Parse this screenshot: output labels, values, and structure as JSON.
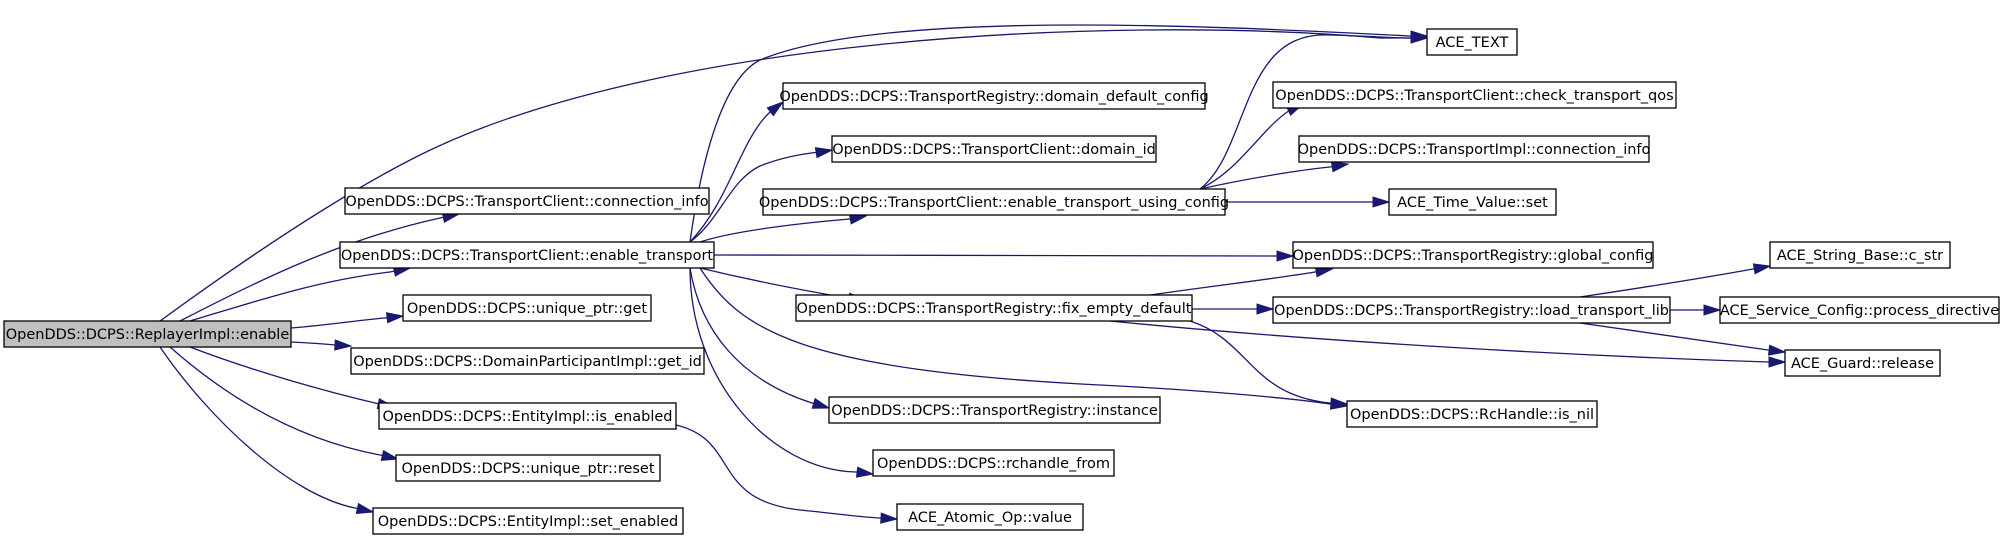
{
  "diagram": {
    "colors": {
      "edge": "#191970",
      "root_fill": "#bfbfbf",
      "node_fill": "#ffffff",
      "node_stroke": "#000000"
    },
    "nodes": [
      {
        "id": "root",
        "label": "OpenDDS::DCPS::ReplayerImpl::enable"
      },
      {
        "id": "ace_text",
        "label": "ACE_TEXT"
      },
      {
        "id": "conn_info",
        "label": "OpenDDS::DCPS::TransportClient::connection_info"
      },
      {
        "id": "enable_transport",
        "label": "OpenDDS::DCPS::TransportClient::enable_transport"
      },
      {
        "id": "up_get",
        "label": "OpenDDS::DCPS::unique_ptr::get"
      },
      {
        "id": "get_id",
        "label": "OpenDDS::DCPS::DomainParticipantImpl::get_id"
      },
      {
        "id": "is_enabled",
        "label": "OpenDDS::DCPS::EntityImpl::is_enabled"
      },
      {
        "id": "up_reset",
        "label": "OpenDDS::DCPS::unique_ptr::reset"
      },
      {
        "id": "set_enabled",
        "label": "OpenDDS::DCPS::EntityImpl::set_enabled"
      },
      {
        "id": "domain_default_config",
        "label": "OpenDDS::DCPS::TransportRegistry::domain_default_config"
      },
      {
        "id": "domain_id",
        "label": "OpenDDS::DCPS::TransportClient::domain_id"
      },
      {
        "id": "etuc",
        "label": "OpenDDS::DCPS::TransportClient::enable_transport_using_config"
      },
      {
        "id": "fix_empty_default",
        "label": "OpenDDS::DCPS::TransportRegistry::fix_empty_default"
      },
      {
        "id": "instance",
        "label": "OpenDDS::DCPS::TransportRegistry::instance"
      },
      {
        "id": "rchandle_from",
        "label": "OpenDDS::DCPS::rchandle_from"
      },
      {
        "id": "atomic_value",
        "label": "ACE_Atomic_Op::value"
      },
      {
        "id": "check_transport_qos",
        "label": "OpenDDS::DCPS::TransportClient::check_transport_qos"
      },
      {
        "id": "impl_conn_info",
        "label": "OpenDDS::DCPS::TransportImpl::connection_info"
      },
      {
        "id": "tv_set",
        "label": "ACE_Time_Value::set"
      },
      {
        "id": "global_config",
        "label": "OpenDDS::DCPS::TransportRegistry::global_config"
      },
      {
        "id": "load_transport_lib",
        "label": "OpenDDS::DCPS::TransportRegistry::load_transport_lib"
      },
      {
        "id": "is_nil",
        "label": "OpenDDS::DCPS::RcHandle::is_nil"
      },
      {
        "id": "c_str",
        "label": "ACE_String_Base::c_str"
      },
      {
        "id": "process_directive",
        "label": "ACE_Service_Config::process_directive"
      },
      {
        "id": "guard_release",
        "label": "ACE_Guard::release"
      }
    ],
    "edges": [
      {
        "from": "root",
        "to": "ace_text"
      },
      {
        "from": "root",
        "to": "conn_info"
      },
      {
        "from": "root",
        "to": "enable_transport"
      },
      {
        "from": "root",
        "to": "up_get"
      },
      {
        "from": "root",
        "to": "get_id"
      },
      {
        "from": "root",
        "to": "is_enabled"
      },
      {
        "from": "root",
        "to": "up_reset"
      },
      {
        "from": "root",
        "to": "set_enabled"
      },
      {
        "from": "enable_transport",
        "to": "ace_text"
      },
      {
        "from": "enable_transport",
        "to": "domain_default_config"
      },
      {
        "from": "enable_transport",
        "to": "domain_id"
      },
      {
        "from": "enable_transport",
        "to": "etuc"
      },
      {
        "from": "enable_transport",
        "to": "global_config"
      },
      {
        "from": "enable_transport",
        "to": "fix_empty_default"
      },
      {
        "from": "enable_transport",
        "to": "is_nil"
      },
      {
        "from": "enable_transport",
        "to": "instance"
      },
      {
        "from": "enable_transport",
        "to": "rchandle_from"
      },
      {
        "from": "is_enabled",
        "to": "atomic_value"
      },
      {
        "from": "etuc",
        "to": "ace_text"
      },
      {
        "from": "etuc",
        "to": "check_transport_qos"
      },
      {
        "from": "etuc",
        "to": "impl_conn_info"
      },
      {
        "from": "etuc",
        "to": "tv_set"
      },
      {
        "from": "fix_empty_default",
        "to": "global_config"
      },
      {
        "from": "fix_empty_default",
        "to": "load_transport_lib"
      },
      {
        "from": "fix_empty_default",
        "to": "guard_release"
      },
      {
        "from": "fix_empty_default",
        "to": "is_nil"
      },
      {
        "from": "load_transport_lib",
        "to": "c_str"
      },
      {
        "from": "load_transport_lib",
        "to": "process_directive"
      },
      {
        "from": "load_transport_lib",
        "to": "guard_release"
      }
    ]
  }
}
